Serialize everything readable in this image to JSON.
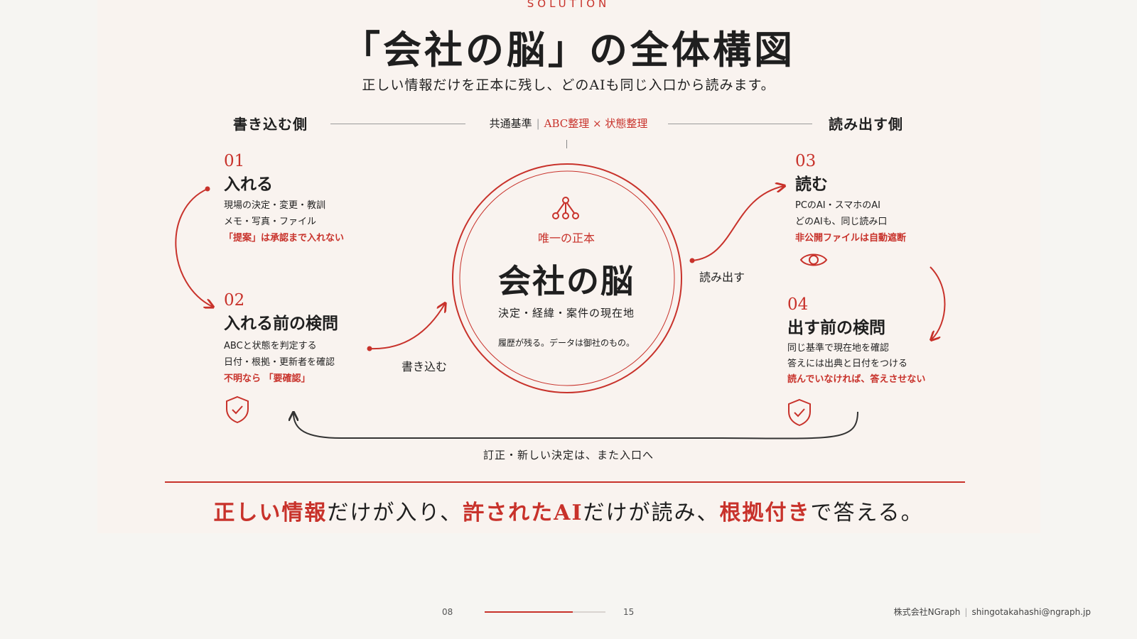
{
  "header": {
    "eyebrow": "SOLUTION",
    "title": "「会社の脳」の全体構図",
    "subtitle": "正しい情報だけを正本に残し、どのAIも同じ入口から読みます。"
  },
  "sides": {
    "write_side": "書き込む側",
    "read_side": "読み出す側",
    "standard_label": "共通基準",
    "standard_value": "ABC整理 × 状態整理"
  },
  "steps": [
    {
      "num": "01",
      "title": "入れる",
      "lines": [
        "現場の決定・変更・教訓",
        "メモ・写真・ファイル"
      ],
      "note": "「提案」は承認まで入れない"
    },
    {
      "num": "02",
      "title": "入れる前の検問",
      "lines": [
        "ABCと状態を判定する",
        "日付・根拠・更新者を確認"
      ],
      "note": "不明なら 「要確認」",
      "icon": "shield-check-icon"
    },
    {
      "num": "03",
      "title": "読む",
      "lines": [
        "PCのAI・スマホのAI",
        "どのAIも、同じ読み口"
      ],
      "note": "非公開ファイルは自動遮断",
      "icon": "eye-icon"
    },
    {
      "num": "04",
      "title": "出す前の検問",
      "lines": [
        "同じ基準で現在地を確認",
        "答えには出典と日付をつける"
      ],
      "note": "読んでいなければ、答えさせない",
      "icon": "shield-check-icon"
    }
  ],
  "flow": {
    "write_label": "書き込む",
    "read_label": "読み出す",
    "loop_label": "訂正・新しい決定は、また入口へ"
  },
  "center": {
    "icon": "network-nodes-icon",
    "subtitle": "唯一の正本",
    "title": "会社の脳",
    "description": "決定・経緯・案件の現在地",
    "note": "履歴が残る。データは御社のもの。"
  },
  "bottom": {
    "p1": "正しい情報",
    "p2": "だけが入り、",
    "p3": "許されたAI",
    "p4": "だけが読み、",
    "p5": "根拠付き",
    "p6": "で答える。"
  },
  "footer": {
    "page_current": "08",
    "page_total": "15",
    "progress": 0.73,
    "company": "株式会社NGraph",
    "email": "shingotakahashi@ngraph.jp"
  },
  "colors": {
    "accent": "#c8322b",
    "background": "#f9f3ef",
    "text": "#1f1f1f"
  }
}
